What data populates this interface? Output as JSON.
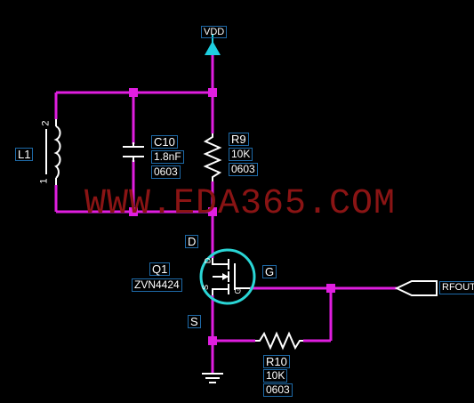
{
  "schematic": {
    "supply_label": "VDD",
    "watermark": "WWW.EDA365.COM",
    "output_port": "RFOUT",
    "colors": {
      "wire": "#e01ee0",
      "symbol": "#ffffff",
      "transistor": "#2ad6d6",
      "supply": "#1ecfe0",
      "label_box": "#1e6aa8",
      "watermark": "#8a1414",
      "background": "#000000"
    },
    "components": {
      "L1": {
        "ref": "L1",
        "pin1": "1",
        "pin2": "2"
      },
      "C10": {
        "ref": "C10",
        "value": "1.8nF",
        "package": "0603"
      },
      "R9": {
        "ref": "R9",
        "value": "10K",
        "package": "0603"
      },
      "Q1": {
        "ref": "Q1",
        "part": "ZVN4424",
        "drain": "D",
        "source": "S",
        "gate": "G",
        "pin_d": "D",
        "pin_s": "S",
        "pin_g": "G"
      },
      "R10": {
        "ref": "R10",
        "value": "10K",
        "package": "0603"
      }
    }
  }
}
